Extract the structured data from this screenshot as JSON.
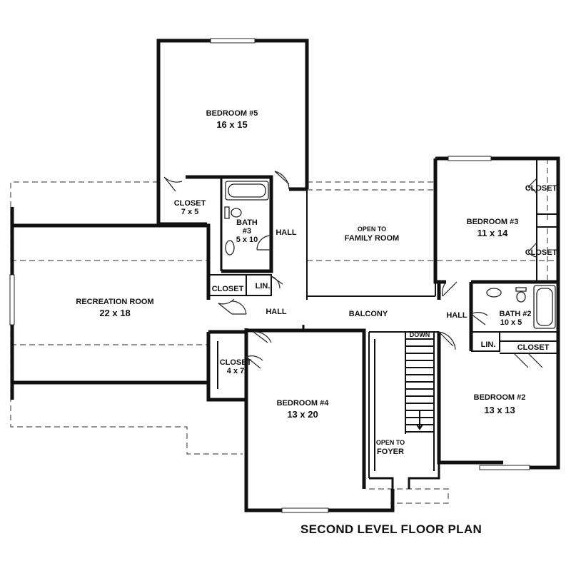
{
  "title": "SECOND LEVEL FLOOR PLAN",
  "rooms": {
    "bedroom5": {
      "name": "BEDROOM #5",
      "size": "16 x 15"
    },
    "bedroom3": {
      "name": "BEDROOM #3",
      "size": "11 x 14"
    },
    "bedroom4": {
      "name": "BEDROOM #4",
      "size": "13 x 20"
    },
    "bedroom2": {
      "name": "BEDROOM #2",
      "size": "13 x 13"
    },
    "recreation": {
      "name": "RECREATION ROOM",
      "size": "22 x 18"
    },
    "bath3": {
      "name": "BATH",
      "num": "#3",
      "size": "5 x 10"
    },
    "bath2": {
      "name": "BATH #2",
      "size": "10 x 5"
    },
    "closet_b5": {
      "name": "CLOSET",
      "size": "7 x 5"
    },
    "closet_rec": {
      "name": "CLOSET"
    },
    "closet_b4": {
      "name": "CLOSET",
      "size": "4 x 7"
    },
    "closet_b3_upper": {
      "name": "CLOSET"
    },
    "closet_b3_lower": {
      "name": "CLOSET"
    },
    "closet_b2": {
      "name": "CLOSET"
    },
    "lin_left": {
      "name": "LIN."
    },
    "lin_right": {
      "name": "LIN."
    },
    "hall_upper": {
      "name": "HALL"
    },
    "hall_left": {
      "name": "HALL"
    },
    "hall_right": {
      "name": "HALL"
    },
    "balcony": {
      "name": "BALCONY"
    },
    "open_family": {
      "line1": "OPEN TO",
      "line2": "FAMILY ROOM"
    },
    "open_foyer": {
      "line1": "OPEN TO",
      "line2": "FOYER"
    },
    "stair": {
      "name": "DOWN"
    }
  }
}
